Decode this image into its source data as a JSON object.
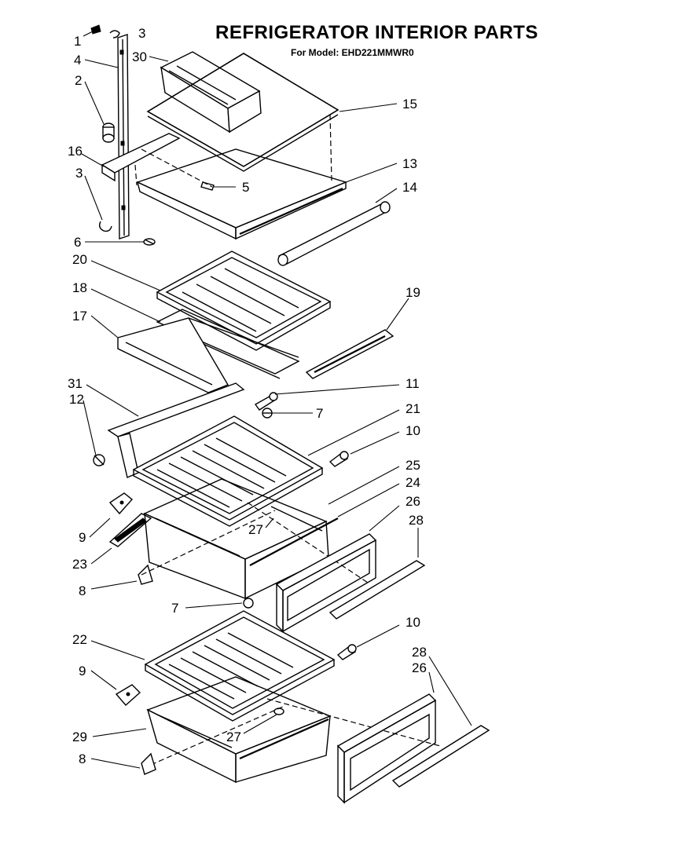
{
  "diagram": {
    "title": "REFRIGERATOR INTERIOR PARTS",
    "subtitle": "For Model: EHD221MMWR0"
  },
  "callouts": [
    {
      "id": "c1a",
      "label": "1"
    },
    {
      "id": "c3a",
      "label": "3"
    },
    {
      "id": "c30",
      "label": "30"
    },
    {
      "id": "c4",
      "label": "4"
    },
    {
      "id": "c2",
      "label": "2"
    },
    {
      "id": "c15",
      "label": "15"
    },
    {
      "id": "c16",
      "label": "16"
    },
    {
      "id": "c13",
      "label": "13"
    },
    {
      "id": "c3b",
      "label": "3"
    },
    {
      "id": "c5",
      "label": "5"
    },
    {
      "id": "c14",
      "label": "14"
    },
    {
      "id": "c6",
      "label": "6"
    },
    {
      "id": "c20",
      "label": "20"
    },
    {
      "id": "c18",
      "label": "18"
    },
    {
      "id": "c19",
      "label": "19"
    },
    {
      "id": "c17",
      "label": "17"
    },
    {
      "id": "c31",
      "label": "31"
    },
    {
      "id": "c11",
      "label": "11"
    },
    {
      "id": "c12",
      "label": "12"
    },
    {
      "id": "c7a",
      "label": "7"
    },
    {
      "id": "c21",
      "label": "21"
    },
    {
      "id": "c10a",
      "label": "10"
    },
    {
      "id": "c25",
      "label": "25"
    },
    {
      "id": "c24",
      "label": "24"
    },
    {
      "id": "c26a",
      "label": "26"
    },
    {
      "id": "c28a",
      "label": "28"
    },
    {
      "id": "c9a",
      "label": "9"
    },
    {
      "id": "c27a",
      "label": "27"
    },
    {
      "id": "c23",
      "label": "23"
    },
    {
      "id": "c8a",
      "label": "8"
    },
    {
      "id": "c7b",
      "label": "7"
    },
    {
      "id": "c10b",
      "label": "10"
    },
    {
      "id": "c22",
      "label": "22"
    },
    {
      "id": "c28b",
      "label": "28"
    },
    {
      "id": "c26b",
      "label": "26"
    },
    {
      "id": "c9b",
      "label": "9"
    },
    {
      "id": "c29",
      "label": "29"
    },
    {
      "id": "c27b",
      "label": "27"
    },
    {
      "id": "c8b",
      "label": "8"
    }
  ]
}
